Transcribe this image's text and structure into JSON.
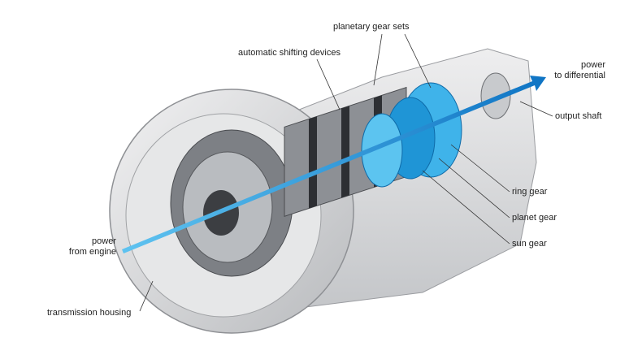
{
  "labels": {
    "planetary_gear_sets": "planetary gear sets",
    "automatic_shifting_devices": "automatic shifting devices",
    "power_to_differential_line1": "power",
    "power_to_differential_line2": "to differential",
    "output_shaft": "output shaft",
    "ring_gear": "ring gear",
    "planet_gear": "planet gear",
    "sun_gear": "sun gear",
    "power_from_engine_line1": "power",
    "power_from_engine_line2": "from engine",
    "transmission_housing": "transmission housing"
  },
  "colors": {
    "power_flow": "#1a8fd8",
    "planetary_highlight": "#3fb3ea",
    "housing": "#d9dadc"
  }
}
